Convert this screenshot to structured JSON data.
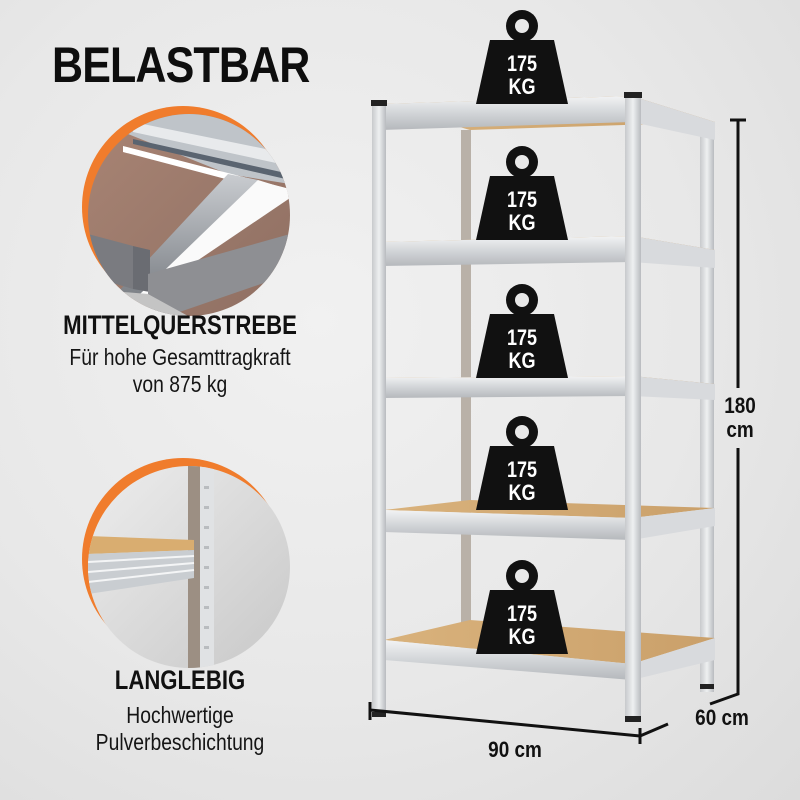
{
  "header": {
    "title": "BELASTBAR"
  },
  "features": [
    {
      "title": "MITTELQUERSTREBE",
      "subtitle_line1": "Für hohe Gesamttragkraft",
      "subtitle_line2": "von 875 kg",
      "image": "cross-brace-closeup"
    },
    {
      "title": "LANGLEBIG",
      "subtitle_line1": "Hochwertige",
      "subtitle_line2": "Pulverbeschichtung",
      "image": "upright-post-closeup"
    }
  ],
  "shelf": {
    "levels": 5,
    "weights": [
      {
        "number": "175",
        "unit": "KG"
      },
      {
        "number": "175",
        "unit": "KG"
      },
      {
        "number": "175",
        "unit": "KG"
      },
      {
        "number": "175",
        "unit": "KG"
      },
      {
        "number": "175",
        "unit": "KG"
      }
    ]
  },
  "dimensions": {
    "height_value": "180",
    "height_unit": "cm",
    "width": "90 cm",
    "depth": "60 cm"
  },
  "colors": {
    "accent": "#f07c2c",
    "text": "#111111",
    "weight_fill": "#111111",
    "board": "#d9ad70",
    "steel": "#d6d8da"
  }
}
